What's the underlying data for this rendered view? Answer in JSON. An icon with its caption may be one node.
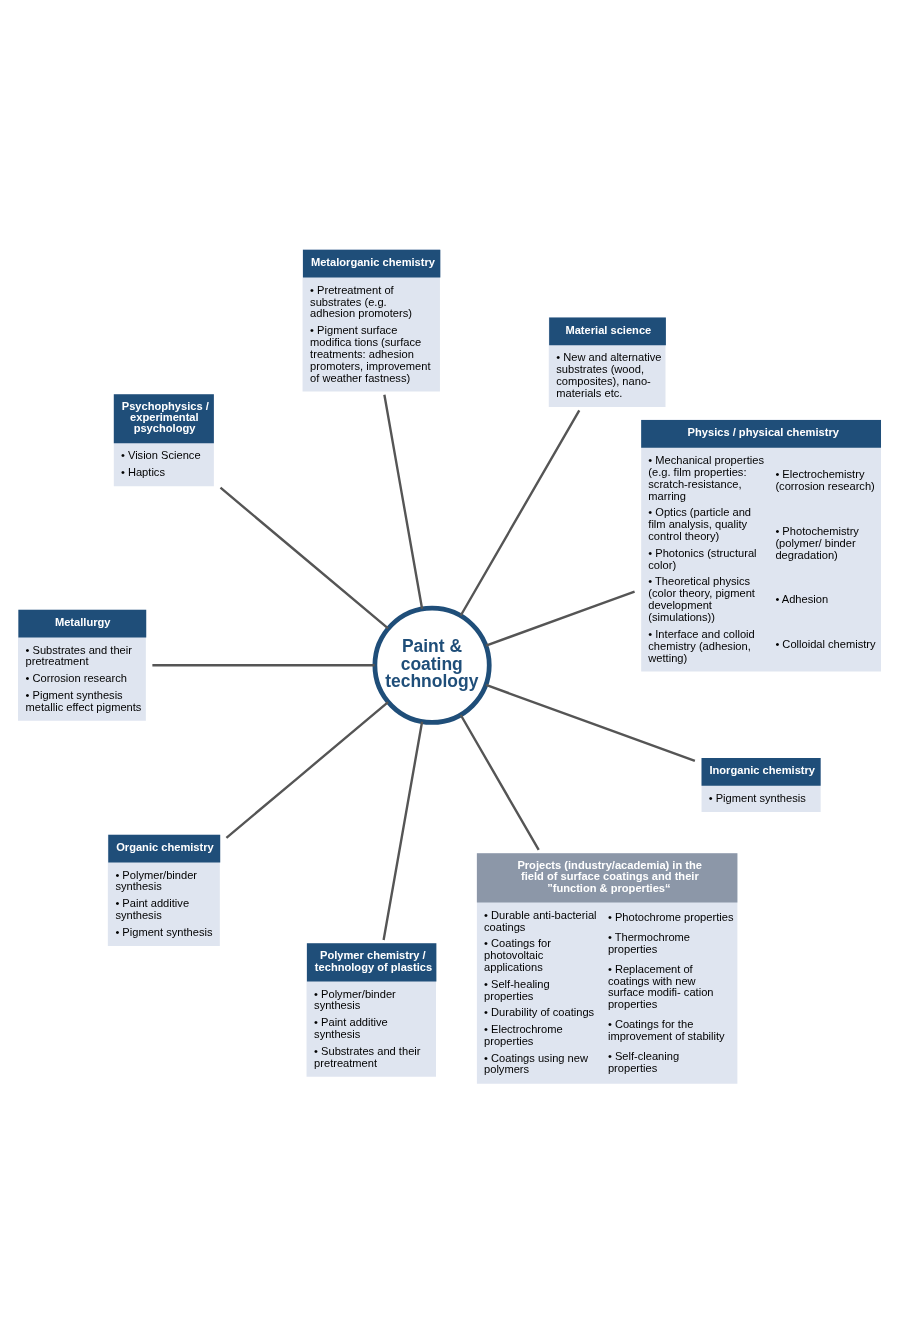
{
  "diagram": {
    "nodes": [
      {
        "text": [
          "Paint & coating technology"
        ]
      },
      {
        "text": [
          "Physics / physical chemistry",
          "• Mechanical properties (e.g. film properties: scratch-resistance, marring",
          "• Optics (particle and film analysis, quality control theory)",
          "• Photonics (structural color)",
          "• Theoretical physics (color theory, pigment development (simulations))",
          "• Interface and colloid chemistry (adhesion, wetting)",
          "• Electrochemistry (corrosion research)",
          "• Photochemistry (polymer/ binder degradation)",
          "• Adhesion",
          "• Colloidal chemistry"
        ]
      },
      {
        "text": [
          "Material science",
          "• New and alternative substrates (wood, composites), nano- materials etc."
        ]
      },
      {
        "text": [
          "Metalorganic chemistry",
          "• Pretreatment of substrates (e.g. adhesion promoters)",
          "• Pigment surface modifica tions (surface treatments: adhesion promoters, improvement of weather fastness)"
        ]
      },
      {
        "text": [
          "Psychophysics / experimental psychology",
          "• Vision Science",
          "• Haptics"
        ]
      },
      {
        "text": [
          "Metallurgy",
          "• Substrates and their pretreatment",
          "• Corrosion research",
          "• Pigment synthesis metallic effect pigments"
        ]
      },
      {
        "text": [
          "Organic chemistry",
          "• Polymer/binder synthesis",
          "• Paint additive synthesis",
          "• Pigment synthesis"
        ]
      },
      {
        "text": [
          "Polymer chemistry / technology of plastics",
          "• Polymer/binder synthesis",
          "• Paint additive synthesis",
          "• Substrates and their pretreatment"
        ]
      },
      {
        "text": [
          "Projects (industry/academia) in the field of surface coatings and their ”function & properties“",
          "• Durable anti-bacterial coatings",
          "• Coatings for photovoltaic applications",
          "• Self-healing properties",
          "• Durability of coatings",
          "• Electrochrome properties",
          "• Coatings using new polymers",
          "• Photochrome properties",
          "• Thermochrome properties",
          "• Replacement of coatings with new surface modifi- cation properties",
          "• Coatings for the improvement of stability",
          "• Self-cleaning properties"
        ]
      },
      {
        "text": [
          "Inorganic chemistry",
          "• Pigment synthesis"
        ]
      }
    ],
    "edges": [
      {
        "from": 0,
        "to": 1,
        "arrow": "none"
      },
      {
        "from": 0,
        "to": 2,
        "arrow": "none"
      },
      {
        "from": 0,
        "to": 3,
        "arrow": "none"
      },
      {
        "from": 0,
        "to": 4,
        "arrow": "none"
      },
      {
        "from": 0,
        "to": 5,
        "arrow": "none"
      },
      {
        "from": 0,
        "to": 6,
        "arrow": "none"
      },
      {
        "from": 0,
        "to": 7,
        "arrow": "none"
      },
      {
        "from": 0,
        "to": 8,
        "arrow": "none"
      },
      {
        "from": 0,
        "to": 9,
        "arrow": "none"
      }
    ]
  }
}
